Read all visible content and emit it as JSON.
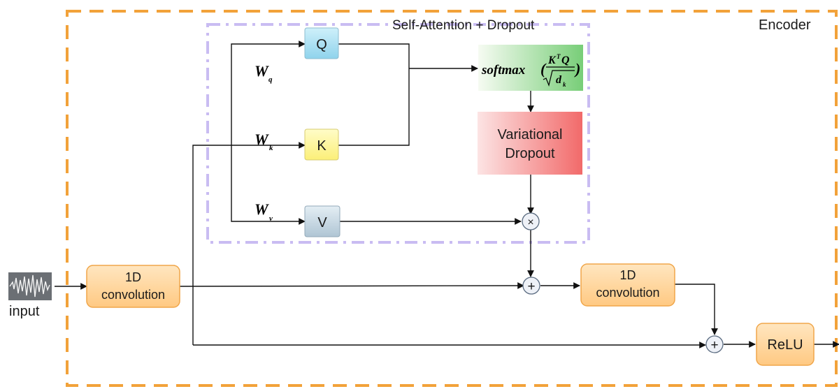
{
  "encoder": {
    "label": "Encoder",
    "border_color": "#F2A23A"
  },
  "attention_block": {
    "label": "Self-Attention + Dropout",
    "border_color": "#C7B8F2"
  },
  "input": {
    "label": "input"
  },
  "nodes": {
    "q": {
      "label": "Q",
      "color": "#A8E0F2"
    },
    "k": {
      "label": "K",
      "color": "#FFF59A"
    },
    "v": {
      "label": "V",
      "color": "#C8D8E2"
    },
    "conv1": {
      "line1": "1D",
      "line2": "convolution",
      "color": "#FFD8A0"
    },
    "conv2": {
      "line1": "1D",
      "line2": "convolution",
      "color": "#FFD8A0"
    },
    "relu": {
      "label": "ReLU",
      "color": "#FFD8A0"
    },
    "dropout": {
      "line1": "Variational",
      "line2": "Dropout",
      "color_from": "#FCE0E0",
      "color_to": "#F26A6A"
    },
    "softmax": {
      "func": "softmax",
      "numerator": "K",
      "sup": "T",
      "numer_tail": "Q",
      "denominator": "d",
      "sub": "k",
      "color_from": "#F4FAF0",
      "color_to": "#7FD27F"
    }
  },
  "weights": {
    "wq": {
      "main": "W",
      "sub": "q"
    },
    "wk": {
      "main": "W",
      "sub": "k"
    },
    "wv": {
      "main": "W",
      "sub": "v"
    }
  },
  "operators": {
    "multiply": "×",
    "add": "+"
  }
}
